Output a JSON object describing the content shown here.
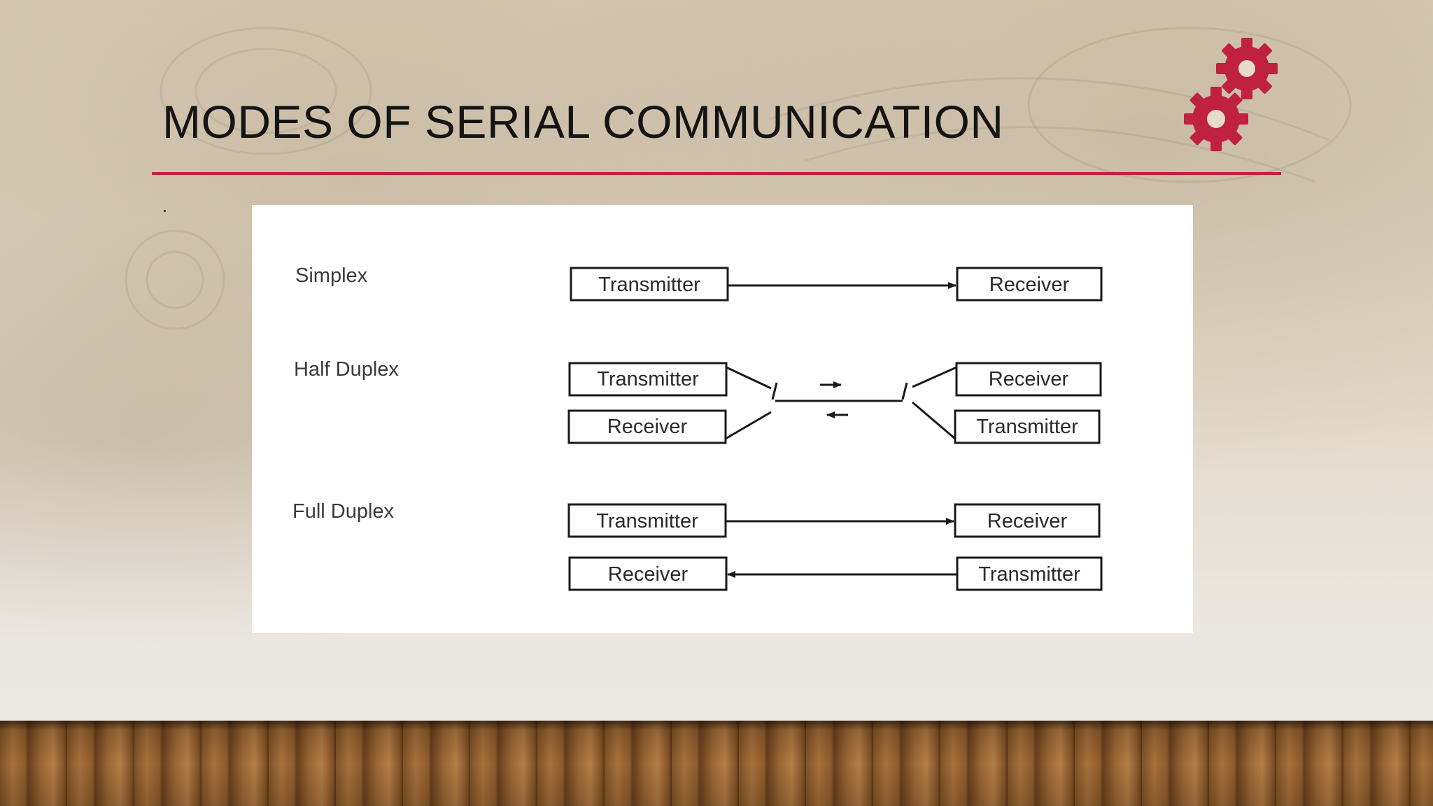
{
  "slide": {
    "title": "MODES OF SERIAL COMMUNICATION",
    "accent_color": "#c0213f",
    "decor_icon": "gears-icon"
  },
  "diagram": {
    "modes": [
      {
        "label": "Simplex",
        "left_boxes": [
          "Transmitter"
        ],
        "right_boxes": [
          "Receiver"
        ]
      },
      {
        "label": "Half Duplex",
        "left_boxes": [
          "Transmitter",
          "Receiver"
        ],
        "right_boxes": [
          "Receiver",
          "Transmitter"
        ]
      },
      {
        "label": "Full Duplex",
        "left_boxes": [
          "Transmitter",
          "Receiver"
        ],
        "right_boxes": [
          "Receiver",
          "Transmitter"
        ]
      }
    ]
  }
}
